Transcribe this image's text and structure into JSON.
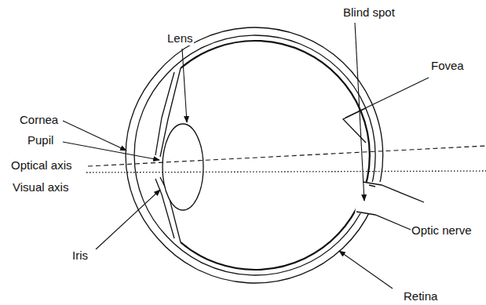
{
  "diagram": {
    "labels": [
      "Blind spot",
      "Lens",
      "Fovea",
      "Cornea",
      "Pupil",
      "Optical axis",
      "Visual axis",
      "Iris",
      "Optic nerve",
      "Retina"
    ]
  }
}
